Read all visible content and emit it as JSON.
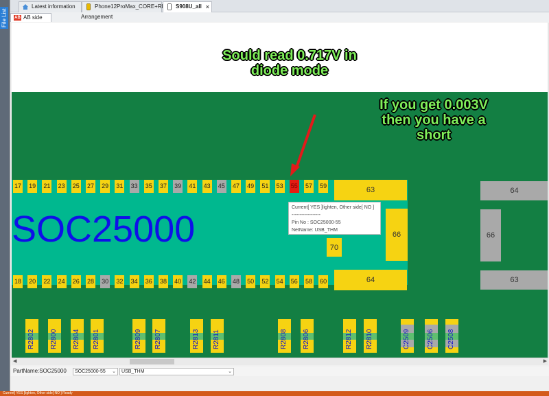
{
  "side_panel": {
    "file_list_label": "File List"
  },
  "doc_tabs": [
    {
      "label": "Latest information"
    },
    {
      "label": "Phone12ProMax_CORE+RF"
    },
    {
      "label": "S908U_all"
    }
  ],
  "sub_tabs": {
    "ab_icon": "AB",
    "ab_side": "AB side",
    "arrangement": "Arrangement"
  },
  "board": {
    "part_label": "SOC25000",
    "top_pins": [
      "17",
      "19",
      "21",
      "23",
      "25",
      "27",
      "29",
      "31",
      "33",
      "35",
      "37",
      "39",
      "41",
      "43",
      "45",
      "47",
      "49",
      "51",
      "53",
      "55",
      "57",
      "59"
    ],
    "bottom_pins": [
      "18",
      "20",
      "22",
      "24",
      "26",
      "28",
      "30",
      "32",
      "34",
      "36",
      "38",
      "40",
      "42",
      "44",
      "46",
      "48",
      "50",
      "52",
      "54",
      "56",
      "58",
      "60"
    ],
    "pads": {
      "p63_top": "63",
      "p64_bottom": "64",
      "p66": "66",
      "p70": "70",
      "r64": "64",
      "r66": "66",
      "r63": "63"
    }
  },
  "annotations": {
    "diode_note": "Sould read 0.717V in diode mode",
    "short_note": "If you get 0.003V then you have a short"
  },
  "tooltip": {
    "line1": "Current[ YES ]lighten, Other side[ NO ]",
    "line2": "------------------",
    "line3": "Pin No : SOC25000-55",
    "line4": "NetName: USB_THM"
  },
  "components": [
    "R2802",
    "R2800",
    "R2804",
    "R2801",
    "R2809",
    "R2807",
    "R2813",
    "R2811",
    "R2808",
    "R2806",
    "R2812",
    "R2810",
    "C2509",
    "C2506",
    "C2508"
  ],
  "status": {
    "part_name": "PartName:SOC25000",
    "pin_select": "SOC25000-55",
    "net_select": "USB_THM"
  },
  "taskbar": {
    "text": "Current[ YES ]lighten, Other side[ NO ]     Ready"
  },
  "colors": {
    "pcb": "#137f43",
    "ic_body": "#00b88f",
    "pad_yellow": "#f6d312",
    "pad_grey": "#a9a9a9",
    "selected_pin": "#e41b12",
    "annotation": "#7ff05a",
    "part_label": "#0f10e8"
  }
}
